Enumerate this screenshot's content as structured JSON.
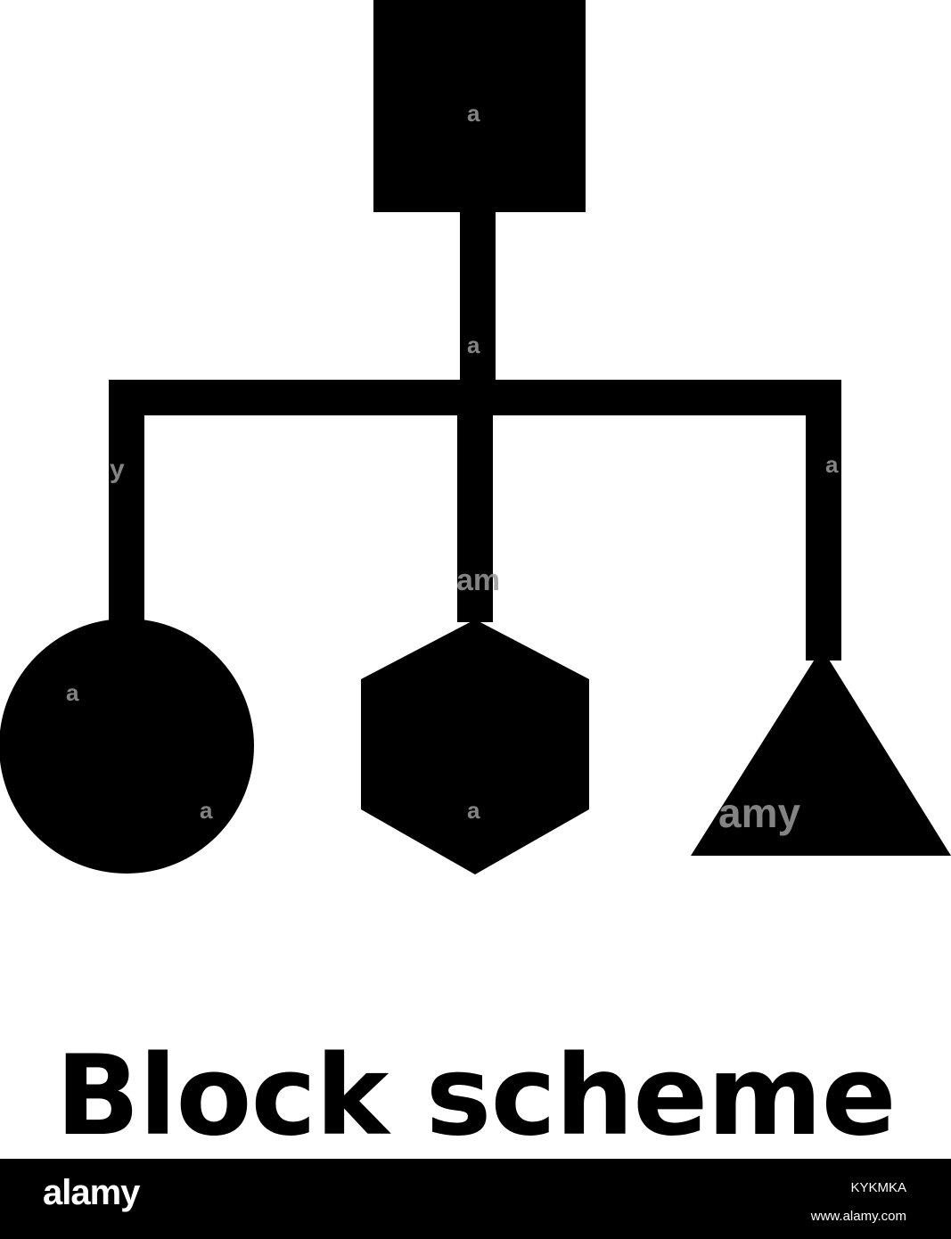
{
  "caption": "Block scheme",
  "footer": {
    "logo": "alamy",
    "image_id": "KYKMKA",
    "url": "www.alamy.com"
  },
  "colors": {
    "shape": "#000000",
    "background": "#ffffff",
    "footer": "#000000",
    "watermark": "#9a9a9a"
  },
  "nodes": [
    {
      "shape": "square",
      "role": "root"
    },
    {
      "shape": "circle",
      "role": "child"
    },
    {
      "shape": "hexagon",
      "role": "child"
    },
    {
      "shape": "triangle",
      "role": "child"
    }
  ]
}
